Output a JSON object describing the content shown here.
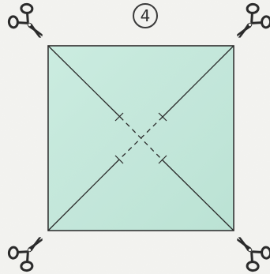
{
  "step": {
    "number": "4"
  },
  "colors": {
    "paper_fill": "#bfe6d8",
    "paper_fill_edge": "#a9d9c8",
    "outline": "#2a2a2a",
    "scissor": "#2b2b2b",
    "background": "#f4f4f1"
  },
  "icons": {
    "top_left": "scissors-icon",
    "top_right": "scissors-icon",
    "bottom_left": "scissors-icon",
    "bottom_right": "scissors-icon"
  },
  "cut_lines": {
    "style": "solid-to-dashed-center",
    "count": 2
  }
}
